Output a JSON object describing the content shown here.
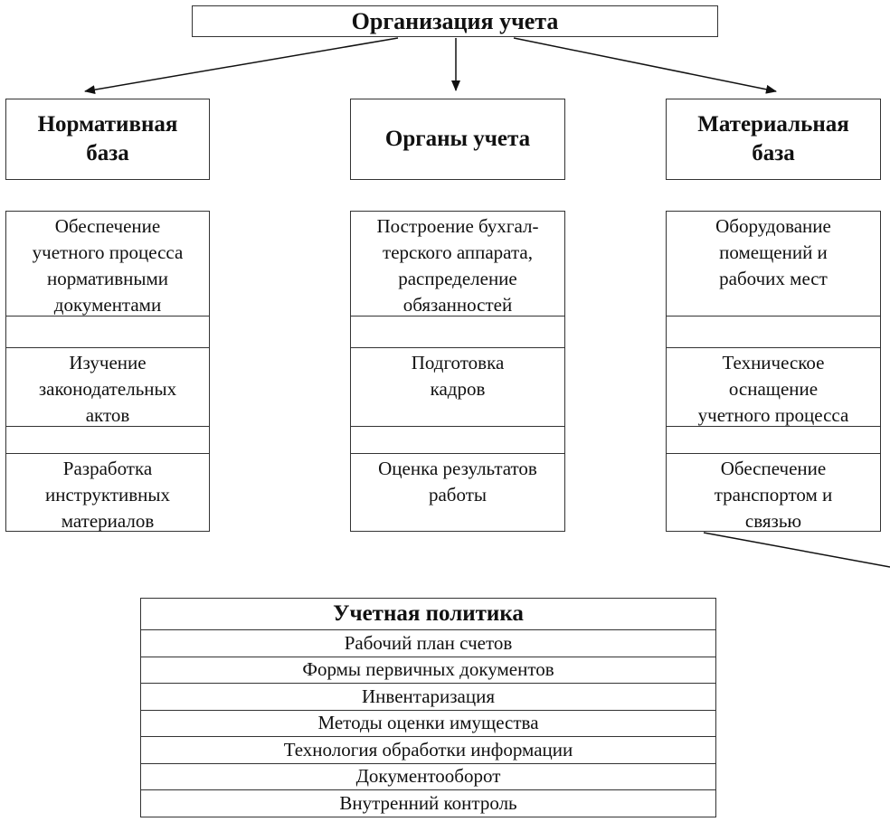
{
  "root": {
    "title": "Организация учета"
  },
  "columns": [
    {
      "header": [
        "Нормативная",
        "база"
      ],
      "items": [
        [
          "Обеспечение",
          "учетного процесса",
          "нормативными",
          "документами"
        ],
        [
          "Изучение",
          "законодательных",
          "актов"
        ],
        [
          "Разработка",
          "инструктивных",
          "материалов"
        ]
      ]
    },
    {
      "header": [
        "Органы учета"
      ],
      "items": [
        [
          "Построение бухгал-",
          "терского аппарата,",
          "распределение",
          "обязанностей"
        ],
        [
          "Подготовка",
          "кадров"
        ],
        [
          "Оценка результатов",
          "работы"
        ]
      ]
    },
    {
      "header": [
        "Материальная",
        "база"
      ],
      "items": [
        [
          "Оборудование",
          "помещений и",
          "рабочих мест"
        ],
        [
          "Техническое",
          "оснащение",
          "учетного процесса"
        ],
        [
          "Обеспечение",
          "транспортом и",
          "связью"
        ]
      ]
    }
  ],
  "policy": {
    "title": "Учетная политика",
    "items": [
      "Рабочий план счетов",
      "Формы первичных документов",
      "Инвентаризация",
      "Методы оценки имущества",
      "Технология обработки информации",
      "Документооборот",
      "Внутренний контроль"
    ]
  }
}
